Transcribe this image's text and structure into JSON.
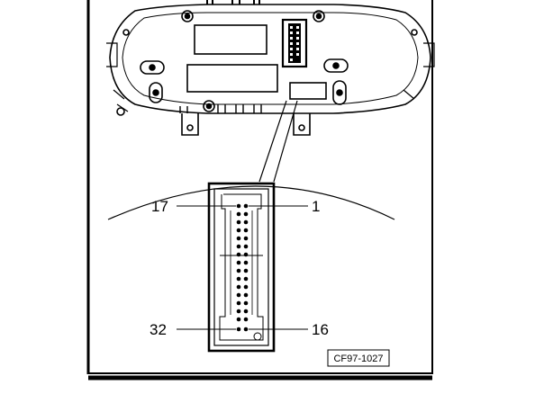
{
  "figure": {
    "pin_labels": {
      "top_left": "17",
      "top_right": "1",
      "bottom_left": "32",
      "bottom_right": "16"
    },
    "reference_code": "CF97-1027"
  },
  "colors": {
    "line": "#000000",
    "background": "#ffffff"
  }
}
